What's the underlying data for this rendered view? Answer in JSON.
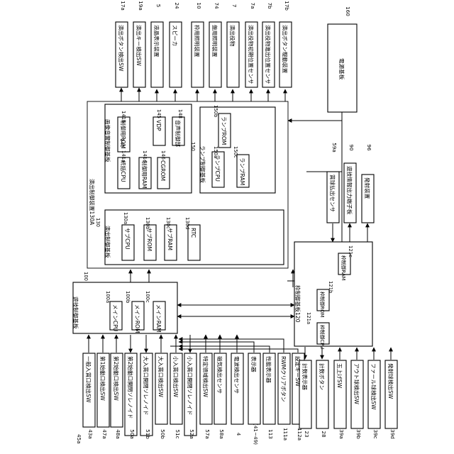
{
  "top_devices": [
    {
      "ref": "17a",
      "label": "演出ボタン検出SW"
    },
    {
      "ref": "19a",
      "label": "演出キー検出SW"
    },
    {
      "ref": "5",
      "label": "液晶表示装置"
    },
    {
      "ref": "24",
      "label": "スピーカ"
    },
    {
      "ref": "10",
      "label": "枠用照明装置"
    },
    {
      "ref": "74",
      "label": "盤用照明装置"
    },
    {
      "ref": "7",
      "label": "演出役物"
    },
    {
      "ref": "7a",
      "label": "演出役物初期位置センサ"
    },
    {
      "ref": "7b",
      "label": "演出役物進出位置センサ"
    },
    {
      "ref": "17b",
      "label": "演出ボタン駆動装置"
    }
  ],
  "power": {
    "ref": "160",
    "label": "電源基板"
  },
  "effect_control": {
    "label": "演出制御装置130A",
    "ref": "130A"
  },
  "image_board": {
    "ref": "140",
    "label": "画像音響制御基板",
    "parts": [
      {
        "ref": "141a",
        "label": "統括CPU"
      },
      {
        "ref": "141b",
        "label": "制御用ROM"
      },
      {
        "ref": "141c",
        "label": "制御用RAM"
      },
      {
        "ref": "145",
        "label": "VDP"
      },
      {
        "ref": "146",
        "label": "CGROM"
      },
      {
        "ref": "148",
        "label": "音声制御部"
      }
    ]
  },
  "lamp_board": {
    "ref": "150",
    "label": "ランプ制御基板",
    "parts": [
      {
        "ref": "150a",
        "label": "ランプCPU"
      },
      {
        "ref": "150b",
        "label": "ランプROM"
      },
      {
        "ref": "150c",
        "label": "ランプRAM"
      }
    ]
  },
  "sub_board": {
    "ref": "130",
    "label": "演出制御基板",
    "parts": [
      {
        "ref": "130a",
        "label": "サブCPU"
      },
      {
        "ref": "130b",
        "label": "サブROM"
      },
      {
        "ref": "130c",
        "label": "サブRAM"
      },
      {
        "ref": "130d",
        "label": "RTC"
      }
    ]
  },
  "game_board": {
    "ref": "100",
    "label": "遊技制御基板",
    "parts": [
      {
        "ref": "100a",
        "label": "メインCPU"
      },
      {
        "ref": "100b",
        "label": "メインROM"
      },
      {
        "ref": "100c",
        "label": "メインRAM"
      }
    ]
  },
  "frame_board": {
    "ref": "120",
    "label": "枠制御基板120",
    "parts": [
      {
        "ref": "121a",
        "label": "枠制御CPU"
      },
      {
        "ref": "121b",
        "label": "枠制御ROM"
      },
      {
        "ref": "121c",
        "label": "枠制御RAM"
      }
    ]
  },
  "right_devices": [
    {
      "ref": "59a",
      "label": "賞球払出センサ"
    },
    {
      "ref": "90",
      "label": "遊技情報出力端子板"
    },
    {
      "ref": "96",
      "label": "発射装置"
    }
  ],
  "bottom_left_devices": [
    {
      "ref": "43a",
      "label": "一般入賞口検出SW"
    },
    {
      "ref": "47a",
      "label": "第1始動口検出SW"
    },
    {
      "ref": "48a",
      "label": "第2始動口検出SW"
    },
    {
      "ref": "50a",
      "label": "第2始動口開閉ソレノイド"
    },
    {
      "ref": "51b",
      "label": "大入賞口開閉ソレノイド"
    },
    {
      "ref": "50b",
      "label": "大入賞口検出SW"
    },
    {
      "ref": "51c",
      "label": "小入賞口検出SW"
    },
    {
      "ref": "52a",
      "label": "小入賞口開閉ソレノイド"
    },
    {
      "ref": "57a",
      "label": "特定領域検出SW"
    },
    {
      "ref": "58a",
      "label": "磁気検出センサ"
    },
    {
      "ref": "4",
      "label": "電波検出センサ"
    },
    {
      "ref": "(41~49)",
      "label": "表示器"
    },
    {
      "ref": "113",
      "label": "性能表示器"
    },
    {
      "ref": "111a",
      "label": "RWMクリアボタン"
    },
    {
      "ref": "112a",
      "label": "設定キーSW"
    }
  ],
  "bottom_left_ref_prefix": "45a",
  "bottom_right_devices": [
    {
      "ref": "23",
      "label": "計数表示器"
    },
    {
      "ref": "28",
      "label": "計数ボタン"
    },
    {
      "ref": "39a",
      "label": "玉上げSW"
    },
    {
      "ref": "39b",
      "label": "アウト球検出SW"
    },
    {
      "ref": "39c",
      "label": "ファール球検出SW"
    },
    {
      "ref": "39d",
      "label": "発射球検出SW"
    }
  ]
}
